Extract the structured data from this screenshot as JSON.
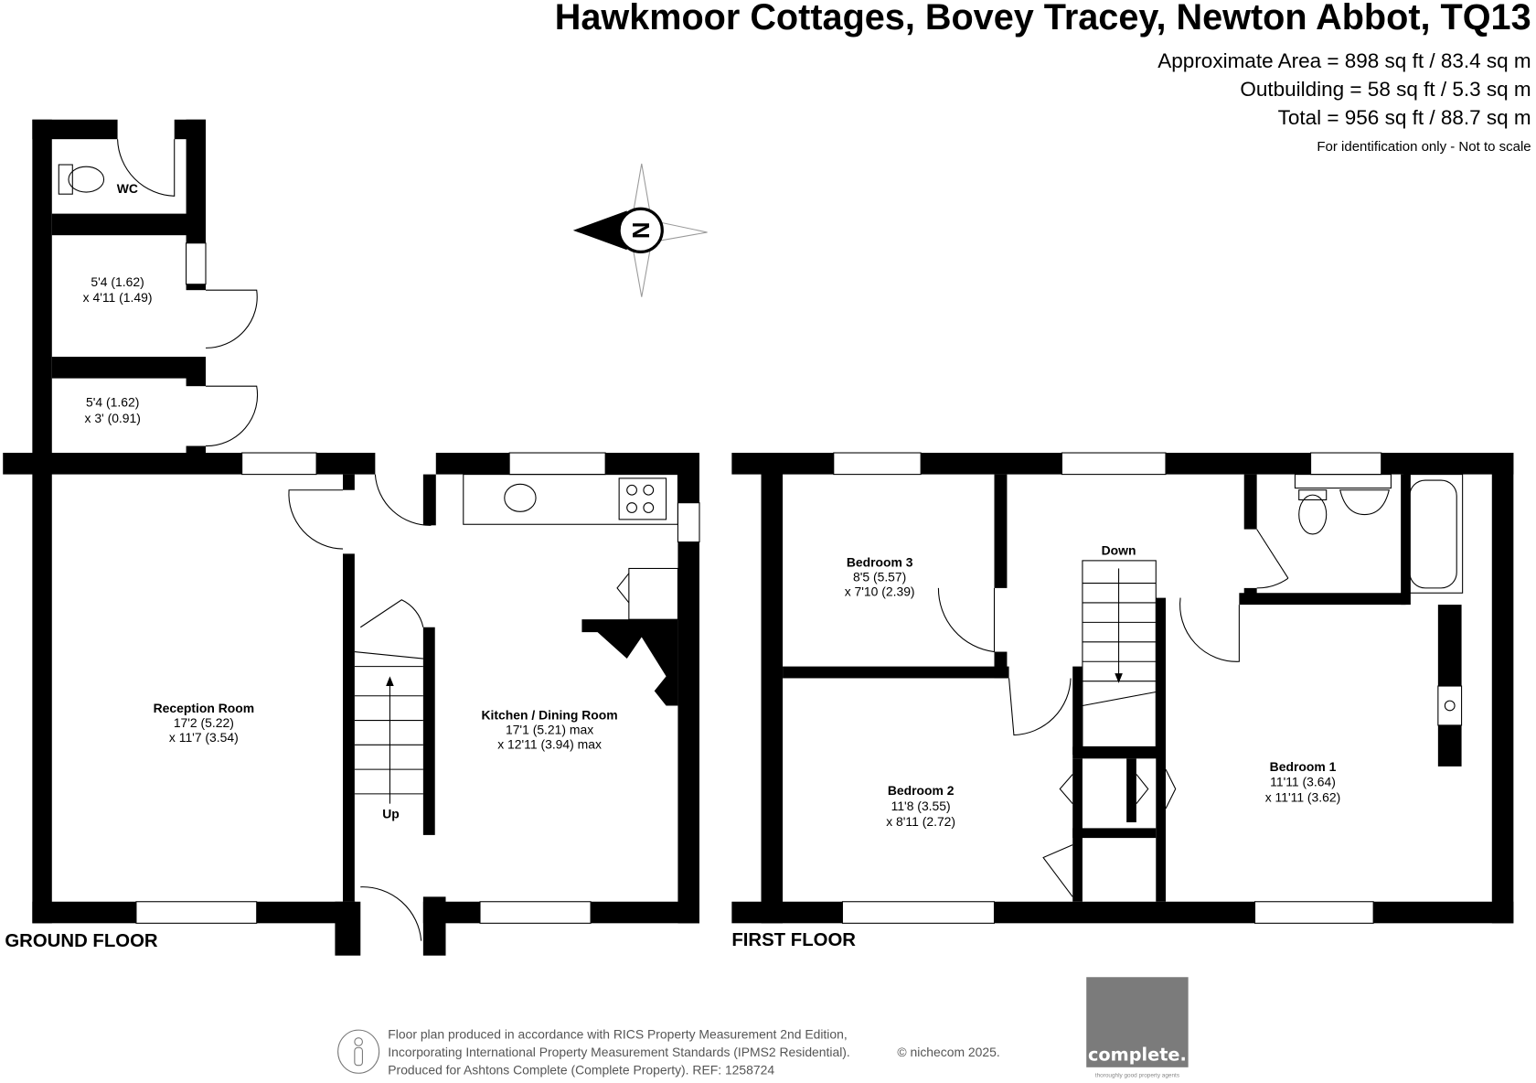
{
  "header": {
    "title": "Hawkmoor Cottages, Bovey Tracey, Newton Abbot, TQ13",
    "approx_area": "Approximate Area = 898 sq ft / 83.4 sq m",
    "outbuilding": "Outbuilding = 58 sq ft / 5.3 sq m",
    "total": "Total = 956 sq ft / 88.7 sq m",
    "disclaimer": "For identification only - Not to scale"
  },
  "compass": {
    "label": "N"
  },
  "outbuilding": {
    "wc": "WC",
    "store1": {
      "dim1": "5'4 (1.62)",
      "dim2": "x 4'11 (1.49)"
    },
    "store2": {
      "dim1": "5'4 (1.62)",
      "dim2": "x 3' (0.91)"
    }
  },
  "ground_floor": {
    "label": "GROUND FLOOR",
    "reception": {
      "name": "Reception Room",
      "dim1": "17'2 (5.22)",
      "dim2": "x 11'7 (3.54)"
    },
    "kitchen": {
      "name": "Kitchen / Dining Room",
      "dim1": "17'1 (5.21) max",
      "dim2": "x 12'11 (3.94) max"
    },
    "stairs": "Up"
  },
  "first_floor": {
    "label": "FIRST FLOOR",
    "bedroom3": {
      "name": "Bedroom 3",
      "dim1": "8'5 (5.57)",
      "dim2": "x 7'10 (2.39)"
    },
    "bedroom2": {
      "name": "Bedroom 2",
      "dim1": "11'8 (3.55)",
      "dim2": "x 8'11 (2.72)"
    },
    "bedroom1": {
      "name": "Bedroom 1",
      "dim1": "11'11 (3.64)",
      "dim2": "x 11'11 (3.62)"
    },
    "stairs": "Down"
  },
  "footer": {
    "line1": "Floor plan produced in accordance with RICS Property Measurement 2nd Edition,",
    "line2": "Incorporating International Property Measurement Standards (IPMS2 Residential).",
    "copyright": "© nichecom 2025.",
    "line3": "Produced for Ashtons Complete (Complete Property).   REF: 1258724"
  },
  "logo": {
    "name": "complete.",
    "tagline": "thoroughly good property agents",
    "color": "#7b7b7b"
  }
}
